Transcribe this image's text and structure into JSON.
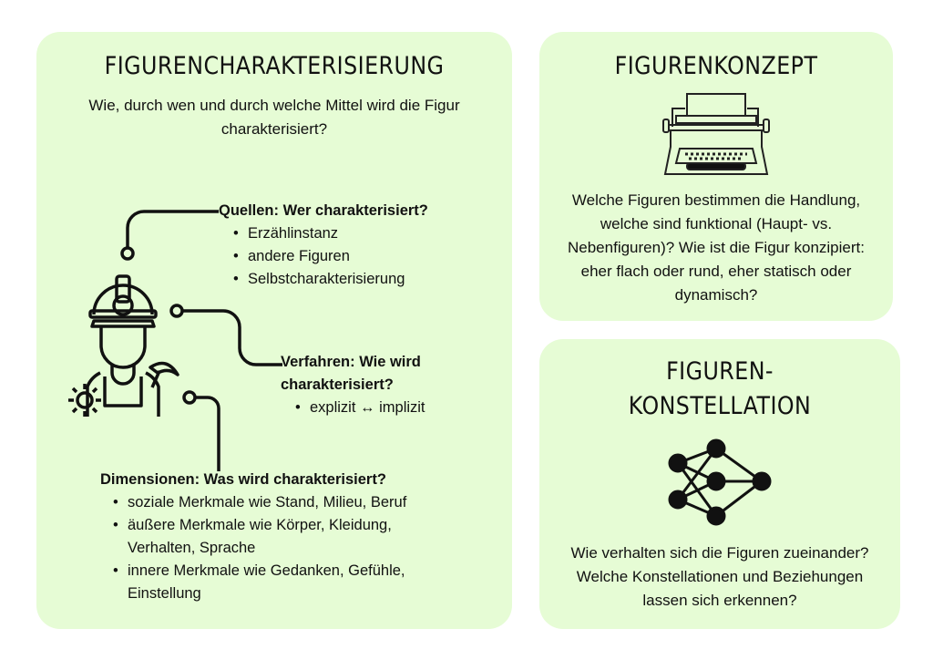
{
  "left": {
    "title": "FIGURENCHARAKTERISIERUNG",
    "question": "Wie, durch wen und durch welche Mittel wird die Figur charakterisiert?",
    "quellen": {
      "heading": "Quellen: Wer charakterisiert?",
      "items": [
        "Erzählinstanz",
        "andere Figuren",
        "Selbstcharakterisierung"
      ]
    },
    "verfahren": {
      "heading_1": "Verfahren: Wie wird",
      "heading_2": "charakterisiert?",
      "items": [
        "explizit ↔ implizit"
      ]
    },
    "dimensionen": {
      "heading": "Dimensionen: Was wird charakterisiert?",
      "items": [
        "soziale Merkmale wie Stand, Milieu, Beruf",
        "äußere Merkmale wie Körper, Kleidung, Verhalten, Sprache",
        "innere Merkmale wie Gedanken, Gefühle, Einstellung"
      ]
    }
  },
  "konzept": {
    "title": "FIGURENKONZEPT",
    "text": "Welche Figuren bestimmen die Handlung, welche sind funktional (Haupt- vs. Nebenfiguren)? Wie ist die Figur konzipiert: eher flach oder rund, eher statisch oder dynamisch?"
  },
  "konstellation": {
    "title_1": "FIGUREN-",
    "title_2": "KONSTELLATION",
    "text": "Wie verhalten sich die Figuren zueinander? Welche Konstellationen und Beziehungen lassen sich erkennen?"
  },
  "colors": {
    "card": "#e6fcd5",
    "ink": "#111111"
  }
}
